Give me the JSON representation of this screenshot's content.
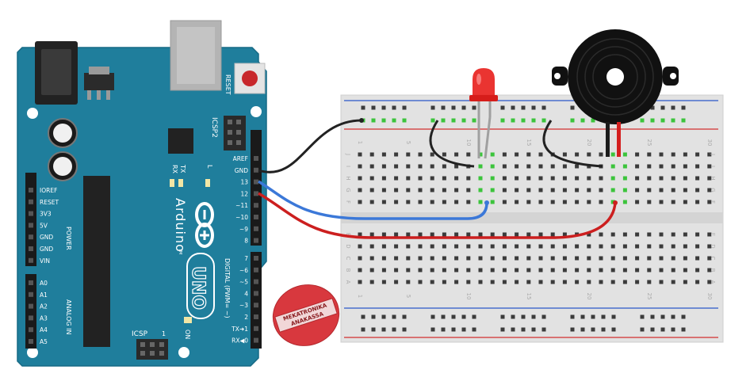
{
  "arduino": {
    "brand": "Arduino",
    "model": "UNO",
    "reset_label": "RESET",
    "icsp2_label": "ICSP2",
    "icsp_label": "ICSP",
    "icsp_pin1": "1",
    "on_label": "ON",
    "tx_label": "TX",
    "rx_label": "RX",
    "l_label": "L",
    "tm": "TM",
    "digital_header": "DIGITAL (PWM= ~)",
    "power_header": "POWER",
    "analog_header": "ANALOG IN",
    "digital_pins": [
      "AREF",
      "GND",
      "13",
      "12",
      "~11",
      "~10",
      "~9",
      "8",
      "7",
      "~6",
      "~5",
      "4",
      "~3",
      "2",
      "TX➜1",
      "RX◀0"
    ],
    "power_pins": [
      "IOREF",
      "RESET",
      "3V3",
      "5V",
      "GND",
      "GND",
      "VIN"
    ],
    "analog_pins": [
      "A0",
      "A1",
      "A2",
      "A3",
      "A4",
      "A5"
    ]
  },
  "breadboard": {
    "top_numbers": [
      "1",
      "5",
      "10",
      "15",
      "20",
      "25",
      "30"
    ],
    "bottom_numbers": [
      "1",
      "5",
      "10",
      "15",
      "20",
      "25",
      "30"
    ],
    "upper_row_letters": [
      "J",
      "I",
      "H",
      "G",
      "F"
    ],
    "lower_row_letters": [
      "E",
      "D",
      "C",
      "B",
      "A"
    ]
  },
  "logo_sticker": {
    "line1": "MEKATRONIKA",
    "line2": "ANAKASSA"
  },
  "components": {
    "led_color": "#e8231f",
    "buzzer_color": "#111111"
  },
  "wires": {
    "gnd_color": "#222222",
    "pin13_color": "#3b78d8",
    "pin12_color": "#cc1f1f"
  },
  "colors": {
    "board": "#1f7e9c",
    "board_dark": "#15657f",
    "breadboard": "#e5e5e5",
    "rail_blue": "#2b57c8",
    "rail_red": "#d23030"
  }
}
